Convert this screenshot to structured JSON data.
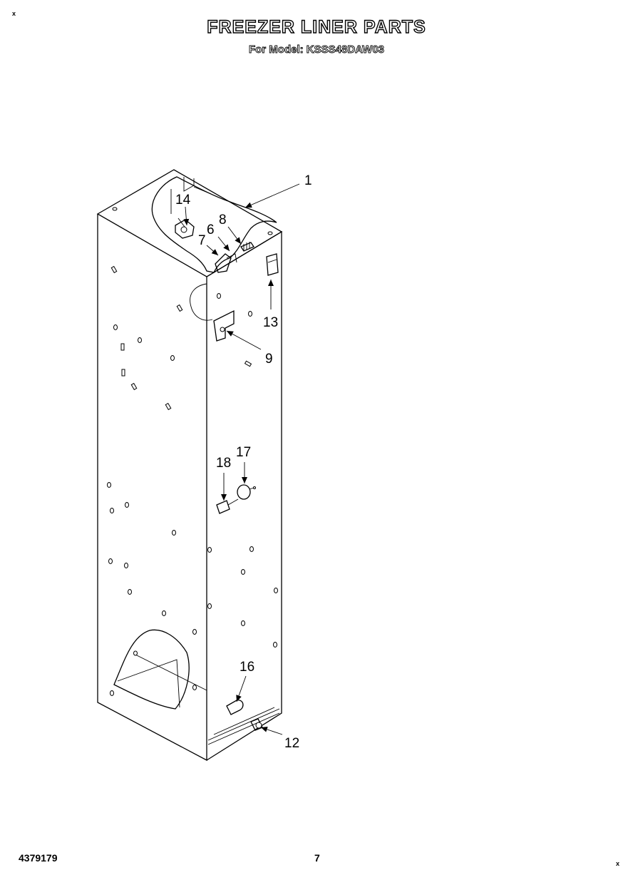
{
  "header": {
    "title": "FREEZER LINER PARTS",
    "subtitle": "For Model: KSSS48DAW03"
  },
  "corner_marks": {
    "top_left": "x",
    "bottom_right": "x"
  },
  "callouts": [
    "1",
    "14",
    "8",
    "6",
    "7",
    "13",
    "9",
    "17",
    "18",
    "16",
    "12"
  ],
  "footer": {
    "part_number": "4379179",
    "page_number": "7"
  }
}
